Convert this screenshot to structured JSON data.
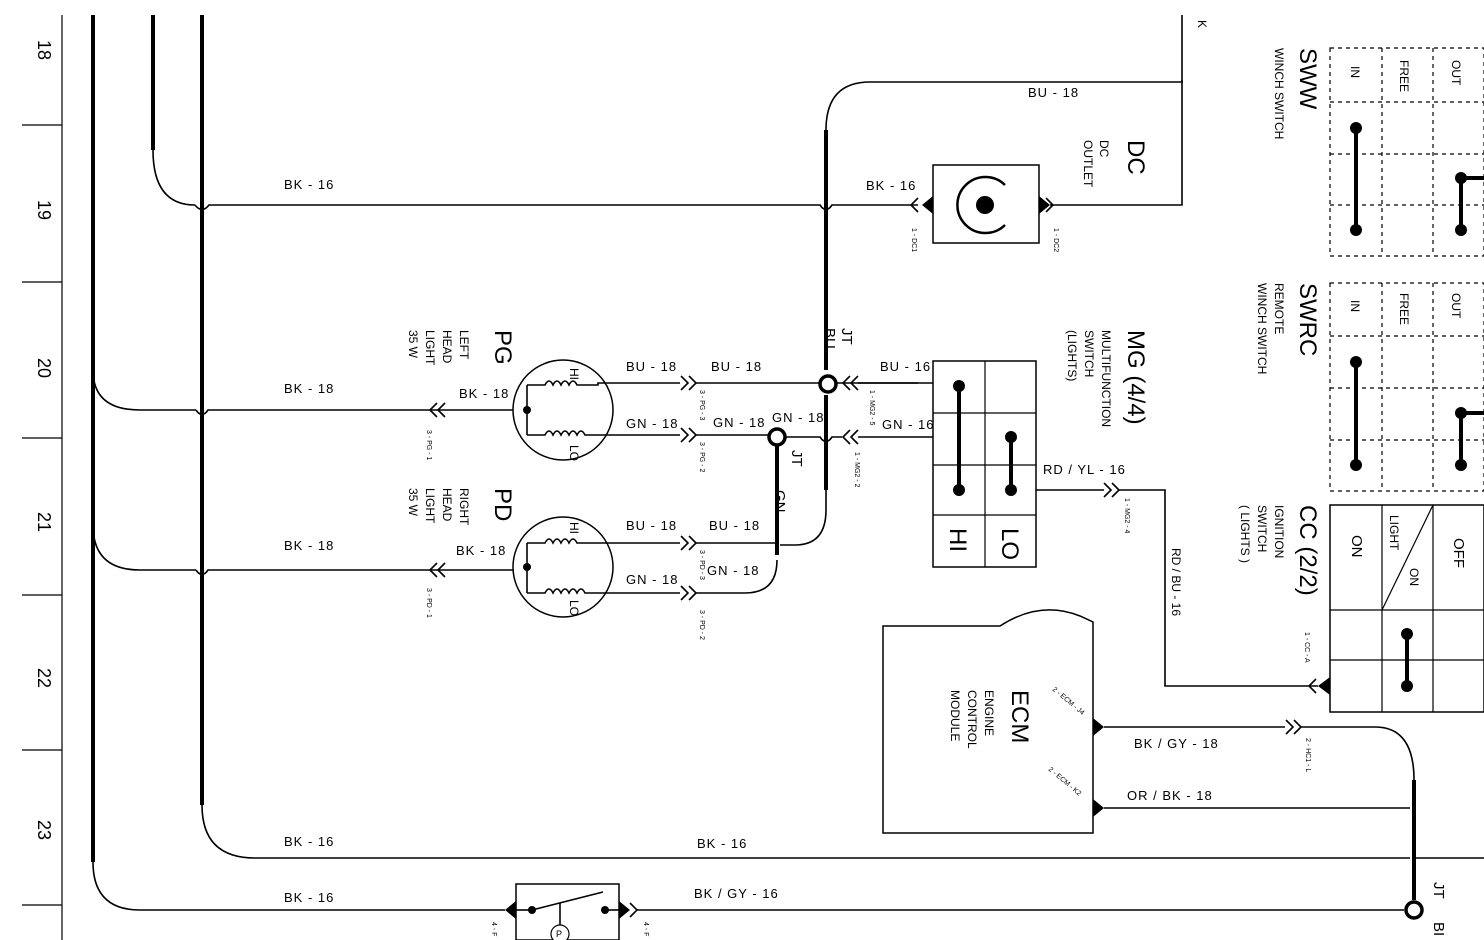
{
  "grid_numbers": [
    "18",
    "19",
    "20",
    "21",
    "22",
    "23"
  ],
  "wires": {
    "bk16_top": "BK - 16",
    "bk16_dc": "BK - 16",
    "bu18_top": "BU - 18",
    "bk18_pg": "BK - 18",
    "bk18_pg_conn": "BK - 18",
    "bu18_pg": "BU - 18",
    "bu18_pg_out": "BU - 18",
    "gn18_pg": "GN - 18",
    "gn18_pg_out": "GN - 18",
    "gn18_jt": "GN - 18",
    "bu16_mg": "BU - 16",
    "gn16_mg": "GN - 16",
    "rdyl16": "RD / YL - 16",
    "rdbu16": "RD / BU - 16",
    "bk18_pd": "BK - 18",
    "bk18_pd_conn": "BK - 18",
    "bu18_pd": "BU - 18",
    "bu18_pd_out": "BU - 18",
    "gn18_pd": "GN - 18",
    "gn18_pd_out": "GN - 18",
    "bkgy18": "BK / GY - 18",
    "orbk18": "OR / BK - 18",
    "bk16_bot1": "BK - 16",
    "bk16_bot2": "BK - 16",
    "bk16_bot3": "BK - 16",
    "bkgy16": "BK / GY - 16"
  },
  "pins": {
    "dc1": "1 - DC1",
    "dc2": "1 - DC2",
    "pg1": "3 - PG - 1",
    "pg2": "3 - PG - 2",
    "pg3": "3 - PG - 3",
    "mg5": "1 - MG2 - 5",
    "mg2": "1 - MG2 - 2",
    "mg4": "1 - MG2 - 4",
    "pd1": "3 - PD - 1",
    "pd2": "3 - PD - 2",
    "pd3": "3 - PD - 3",
    "cca": "1 - CC - A",
    "ecmj4": "2 - ECM - J4",
    "ecmk2": "2 - ECM - K2",
    "hc1": "2 - HC1 - L",
    "left4a": "4 - F",
    "left4b": "4 - F"
  },
  "components": {
    "dc": {
      "code": "DC",
      "line1": "DC",
      "line2": "OUTLET"
    },
    "pg": {
      "code": "PG",
      "line1": "LEFT",
      "line2": "HEAD",
      "line3": "LIGHT",
      "line4": "35 W"
    },
    "pd": {
      "code": "PD",
      "line1": "RIGHT",
      "line2": "HEAD",
      "line3": "LIGHT",
      "line4": "35 W"
    },
    "jt_bu": {
      "code": "JT",
      "color": "BU"
    },
    "jt_gn": {
      "code": "JT",
      "color": "GN"
    },
    "jt_bot": {
      "code": "JT",
      "color": "BI"
    },
    "mg": {
      "code": "MG (4/4)",
      "line1": "MULTIFUNCTION",
      "line2": "SWITCH",
      "line3": "(LIGHTS)",
      "hi": "HI",
      "lo": "LO"
    },
    "ecm": {
      "code": "ECM",
      "line1": "ENGINE",
      "line2": "CONTROL",
      "line3": "MODULE"
    },
    "sww": {
      "code": "SWW",
      "line1": "WINCH SWITCH",
      "in": "IN",
      "free": "FREE",
      "out": "OUT"
    },
    "swrc": {
      "code": "SWRC",
      "line1": "REMOTE",
      "line2": "WINCH SWITCH",
      "in": "IN",
      "free": "FREE",
      "out": "OUT"
    },
    "cc": {
      "code": "CC (2/2)",
      "line1": "IGNITION",
      "line2": "SWITCH",
      "line3": "( LIGHTS )",
      "on": "ON",
      "light": "LIGHT",
      "on2": "ON",
      "off": "OFF"
    },
    "lamp": {
      "hi": "HI",
      "lo": "LO"
    },
    "pressure": {
      "p": "P"
    },
    "corner": "K"
  }
}
